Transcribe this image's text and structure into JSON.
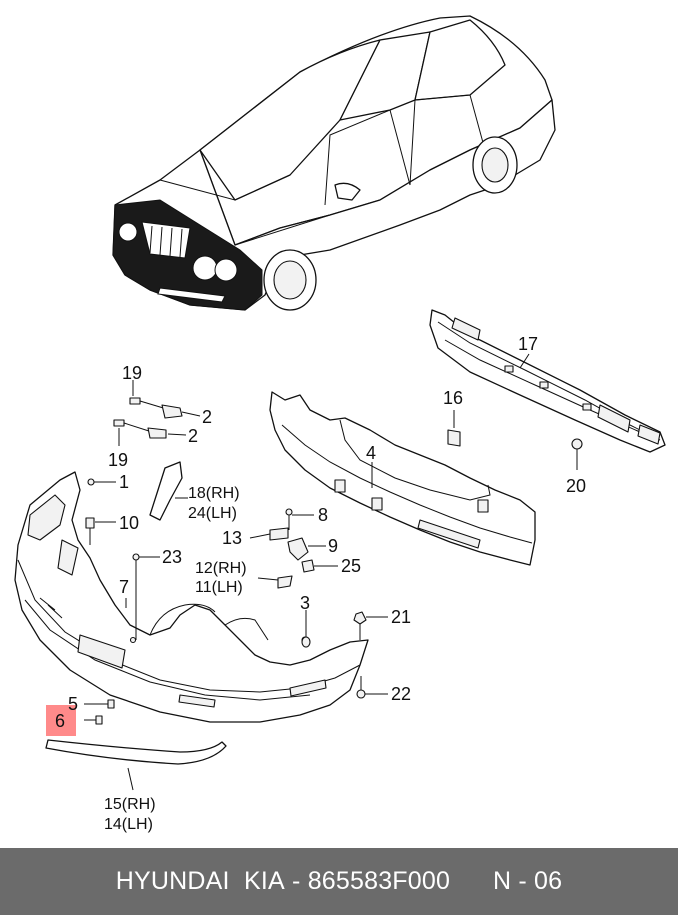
{
  "colors": {
    "footer_bg": "#6b6b6b",
    "footer_text": "#ffffff",
    "highlight": "#ff8a8a"
  },
  "callouts": {
    "p1": "1",
    "p2a": "2",
    "p2b": "2",
    "p3": "3",
    "p4": "4",
    "p5": "5",
    "p6": "6",
    "p7": "7",
    "p8": "8",
    "p9": "9",
    "p10": "10",
    "p13": "13",
    "p16": "16",
    "p17": "17",
    "p19a": "19",
    "p19b": "19",
    "p20": "20",
    "p21": "21",
    "p22": "22",
    "p23": "23",
    "p25": "25",
    "p18_24": {
      "l1": "18(RH)",
      "l2": "24(LH)"
    },
    "p12_11": {
      "l1": "12(RH)",
      "l2": "11(LH)"
    },
    "p15_14": {
      "l1": "15(RH)",
      "l2": "14(LH)"
    }
  },
  "highlighted_part": "6",
  "footer": {
    "brand": "HYUNDAI  KIA",
    "sep": " - ",
    "part_number": "865583F000",
    "page": "N - 06"
  }
}
